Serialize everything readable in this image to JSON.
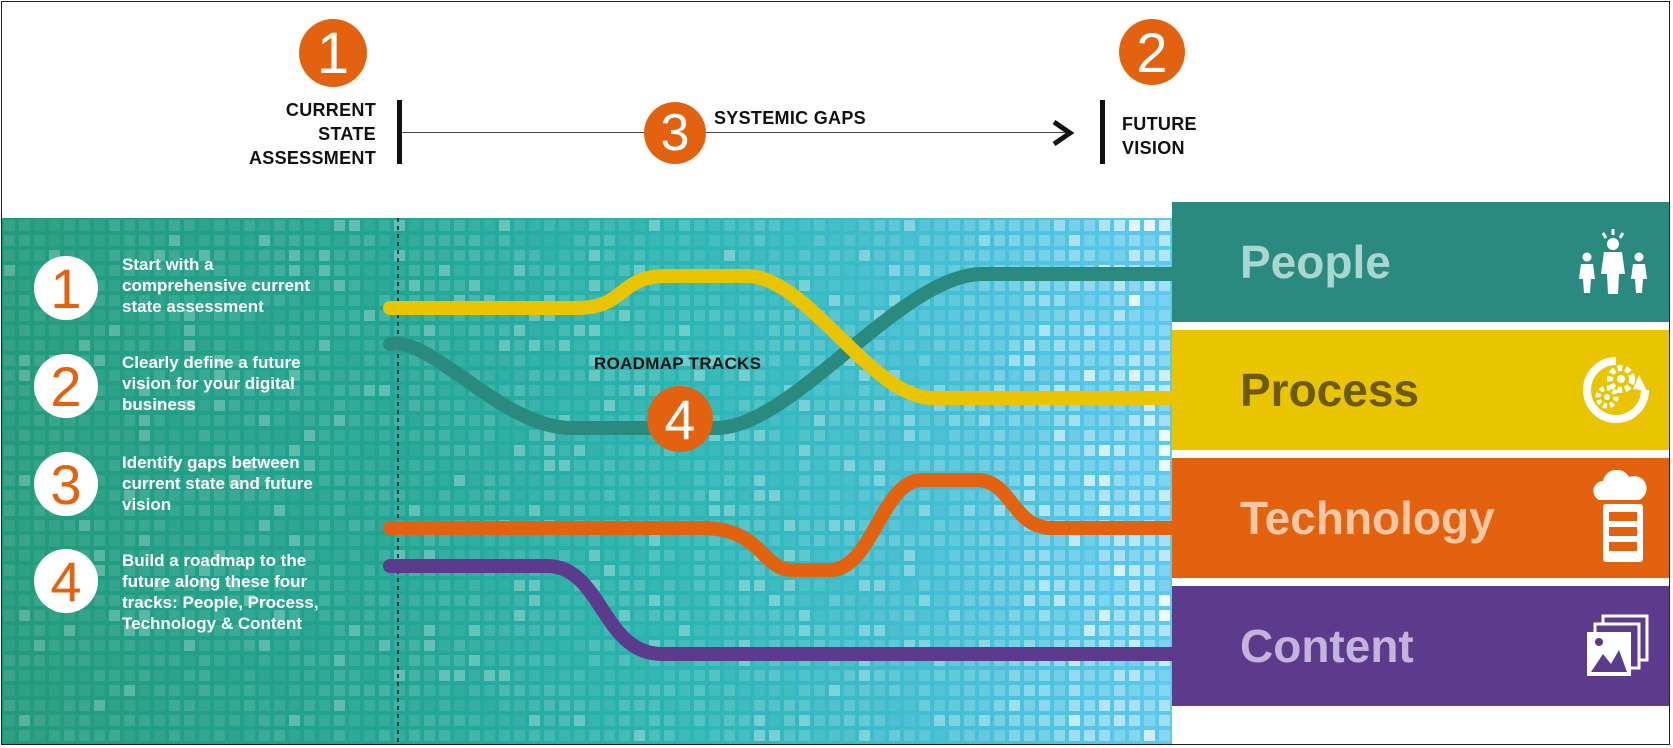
{
  "header": {
    "current": {
      "num": "1",
      "lines": [
        "CURRENT",
        "STATE",
        "ASSESSMENT"
      ]
    },
    "future": {
      "num": "2",
      "lines": [
        "FUTURE",
        "VISION"
      ]
    },
    "gaps": {
      "num": "3",
      "label": "SYSTEMIC GAPS"
    }
  },
  "roadmap": {
    "num": "4",
    "label": "ROADMAP TRACKS"
  },
  "steps": [
    {
      "num": "1",
      "lines": [
        "Start with a",
        "comprehensive current",
        "state assessment"
      ]
    },
    {
      "num": "2",
      "lines": [
        "Clearly define a future",
        "vision for your digital",
        "business"
      ]
    },
    {
      "num": "3",
      "lines": [
        "Identify gaps between",
        "current state and future",
        "vision"
      ]
    },
    {
      "num": "4",
      "lines": [
        "Build a roadmap to the",
        "future along these four",
        "tracks: People, Process,",
        "Technology & Content"
      ]
    }
  ],
  "tracks": [
    {
      "label": "People",
      "color": "#2a8a7f",
      "text_color": "#a9d6cf",
      "icon": "people-icon"
    },
    {
      "label": "Process",
      "color": "#e9c400",
      "text_color": "#6b5a10",
      "icon": "gears-icon"
    },
    {
      "label": "Technology",
      "color": "#e2620f",
      "text_color": "#f6c7a4",
      "icon": "cloud-server-icon"
    },
    {
      "label": "Content",
      "color": "#5c3a8c",
      "text_color": "#c4b4dc",
      "icon": "images-icon"
    }
  ],
  "colors": {
    "accent_orange": "#e2620f",
    "teal_dark": "#239a7c",
    "teal_mid": "#2bb0b0",
    "sky": "#5cc7ea"
  }
}
